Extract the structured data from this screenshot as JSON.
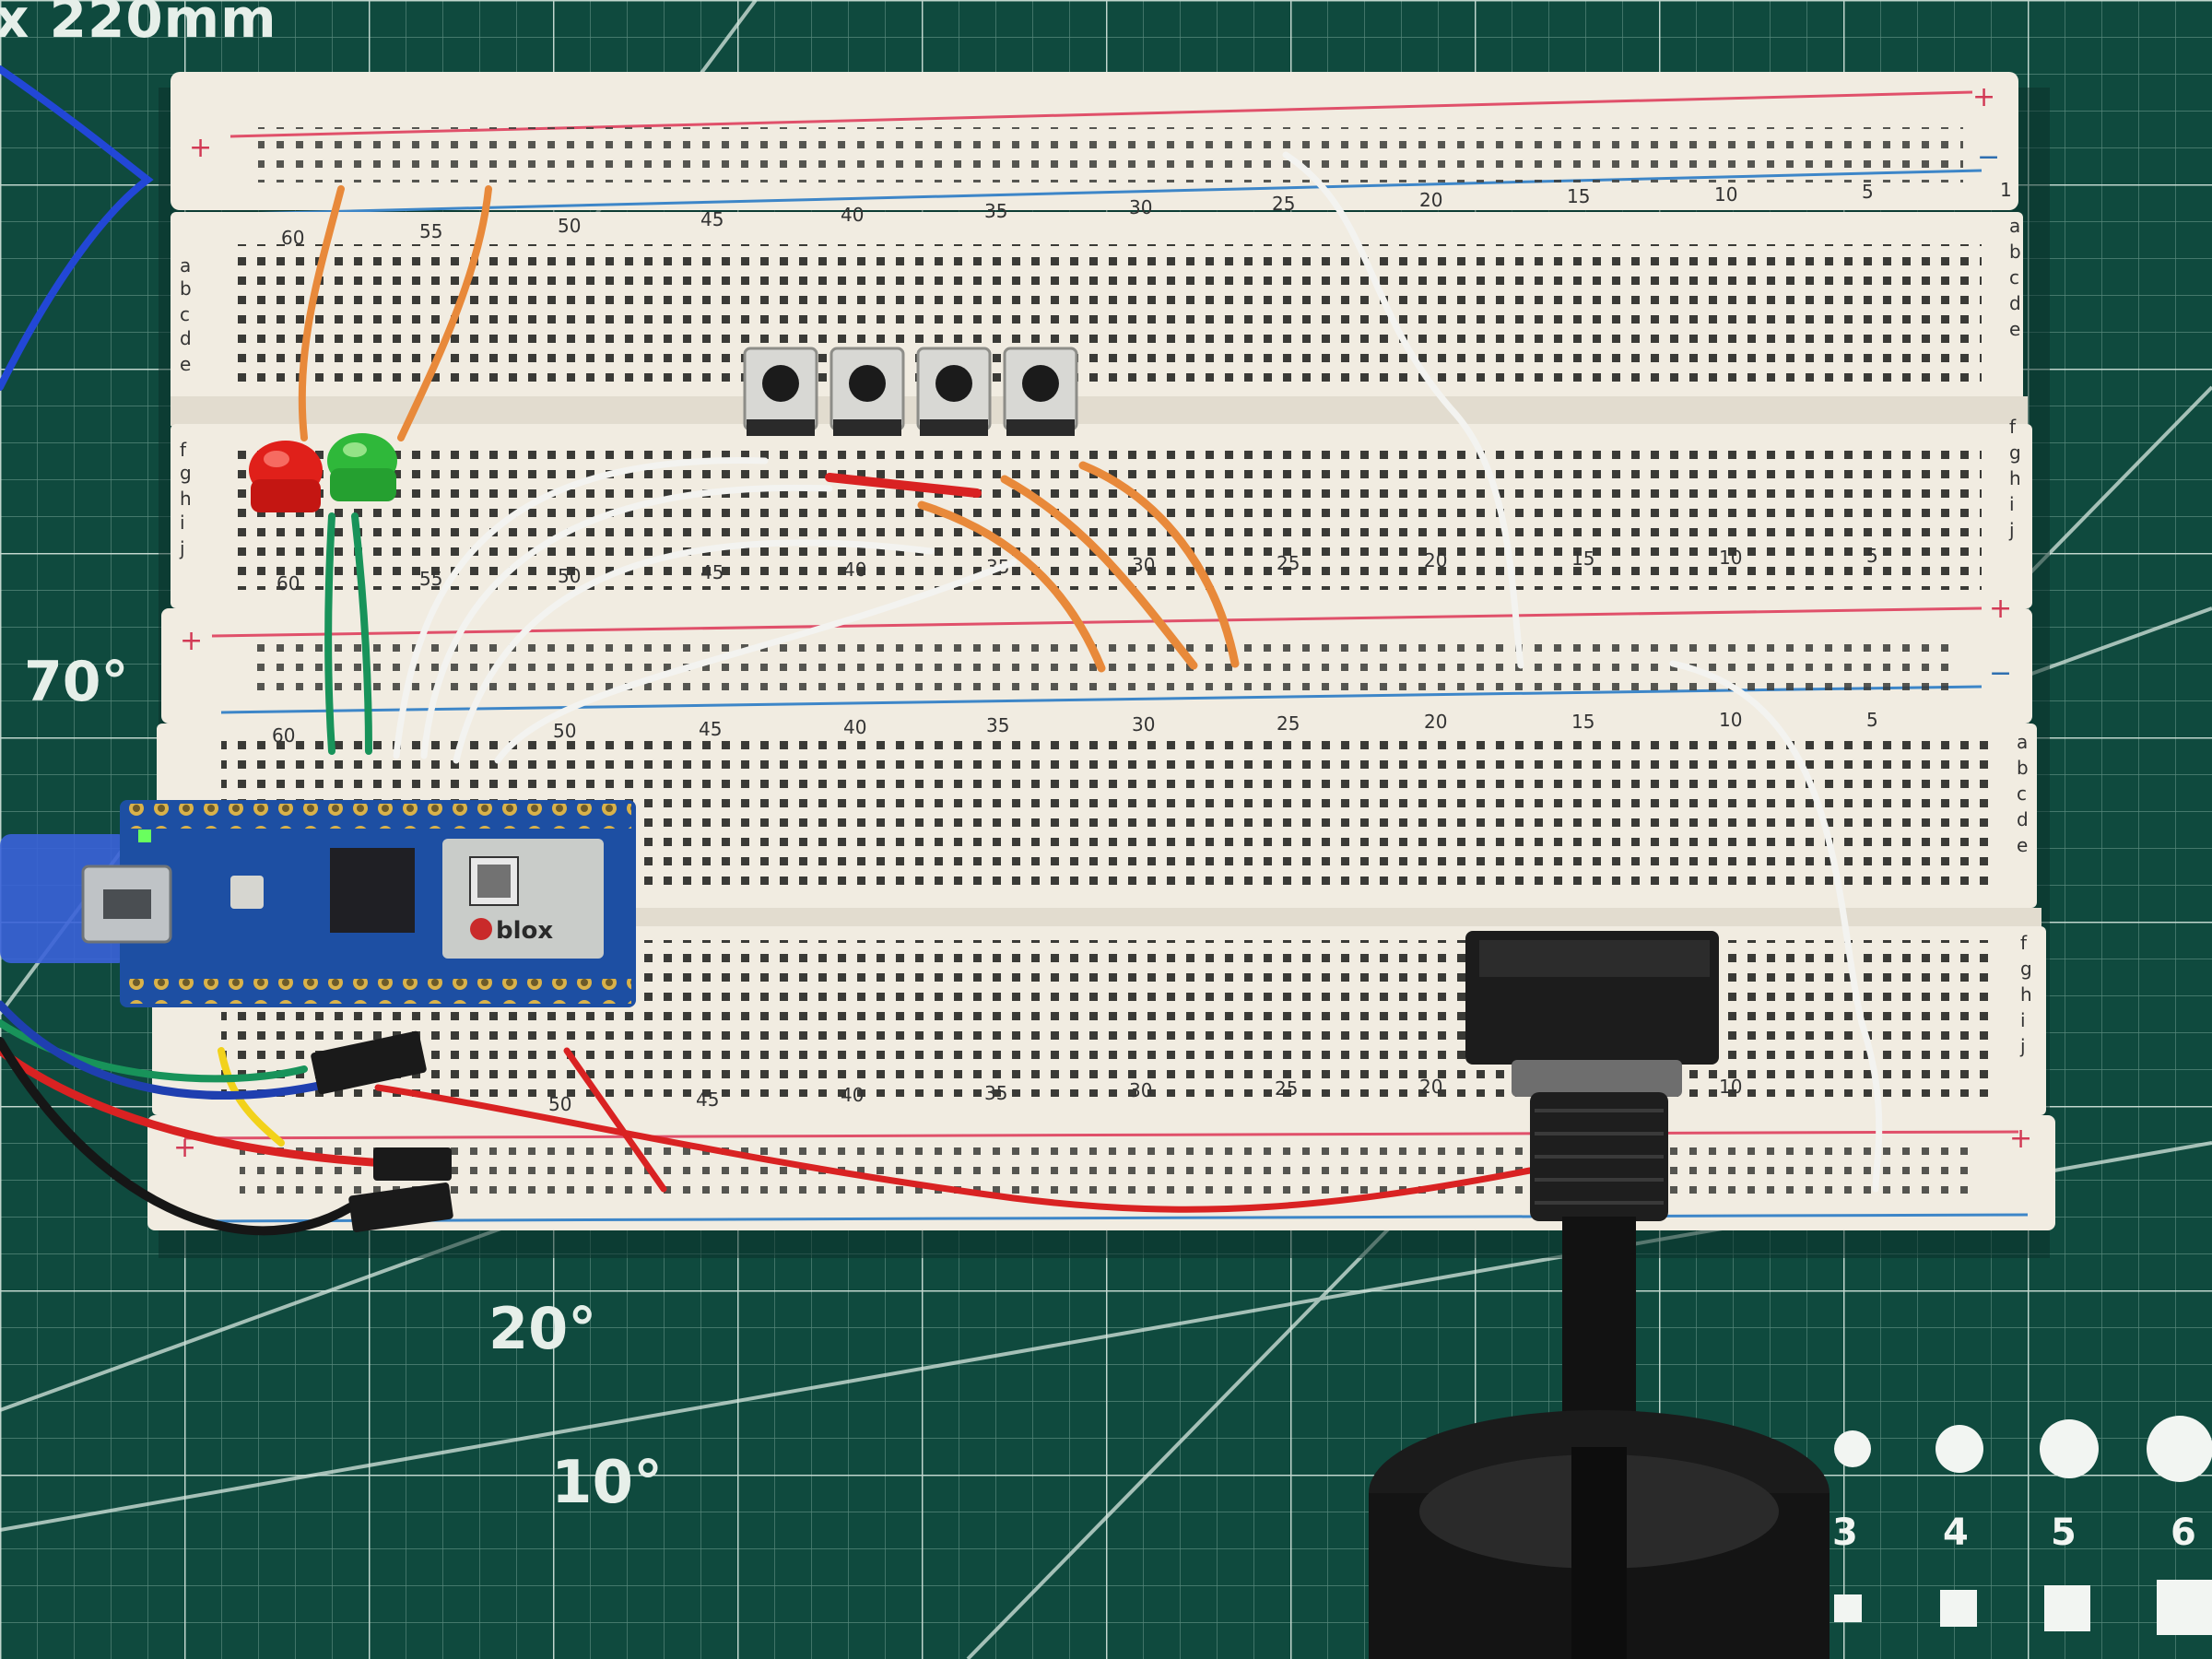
{
  "mat": {
    "corner_label": "x 220mm",
    "angle_labels": [
      "70°",
      "20°",
      "10°"
    ],
    "hole_numbers": [
      "3",
      "4",
      "5",
      "6"
    ],
    "colors": {
      "mat": "#0f4a3e",
      "grid": "#cfe3da"
    }
  },
  "breadboard": {
    "column_numbers": [
      "60",
      "55",
      "50",
      "45",
      "40",
      "35",
      "30",
      "25",
      "20",
      "15",
      "10",
      "5",
      "1"
    ],
    "row_letters_top": [
      "a",
      "b",
      "c",
      "d",
      "e"
    ],
    "row_letters_bottom": [
      "f",
      "g",
      "h",
      "i",
      "j"
    ],
    "rail_plus": "+",
    "rail_minus": "−",
    "colors": {
      "body": "#f1ece1",
      "rail_red": "#e0506a",
      "rail_blue": "#3d86c8",
      "hole": "#3a3a36"
    }
  },
  "microcontroller": {
    "module_brand": "blox",
    "colors": {
      "pcb": "#1d4fa3",
      "module": "#c9ccc9"
    }
  },
  "components": {
    "leds": [
      {
        "name": "red-led",
        "color": "#e0201a"
      },
      {
        "name": "green-led",
        "color": "#2fb83a"
      }
    ],
    "buttons_count": 4,
    "wire_colors": {
      "orange": "#e8893a",
      "white": "#f3f3f0",
      "red": "#d92222",
      "green": "#18935a",
      "blue": "#1f3fb0",
      "black": "#161616",
      "yellow": "#f2d21b"
    }
  }
}
